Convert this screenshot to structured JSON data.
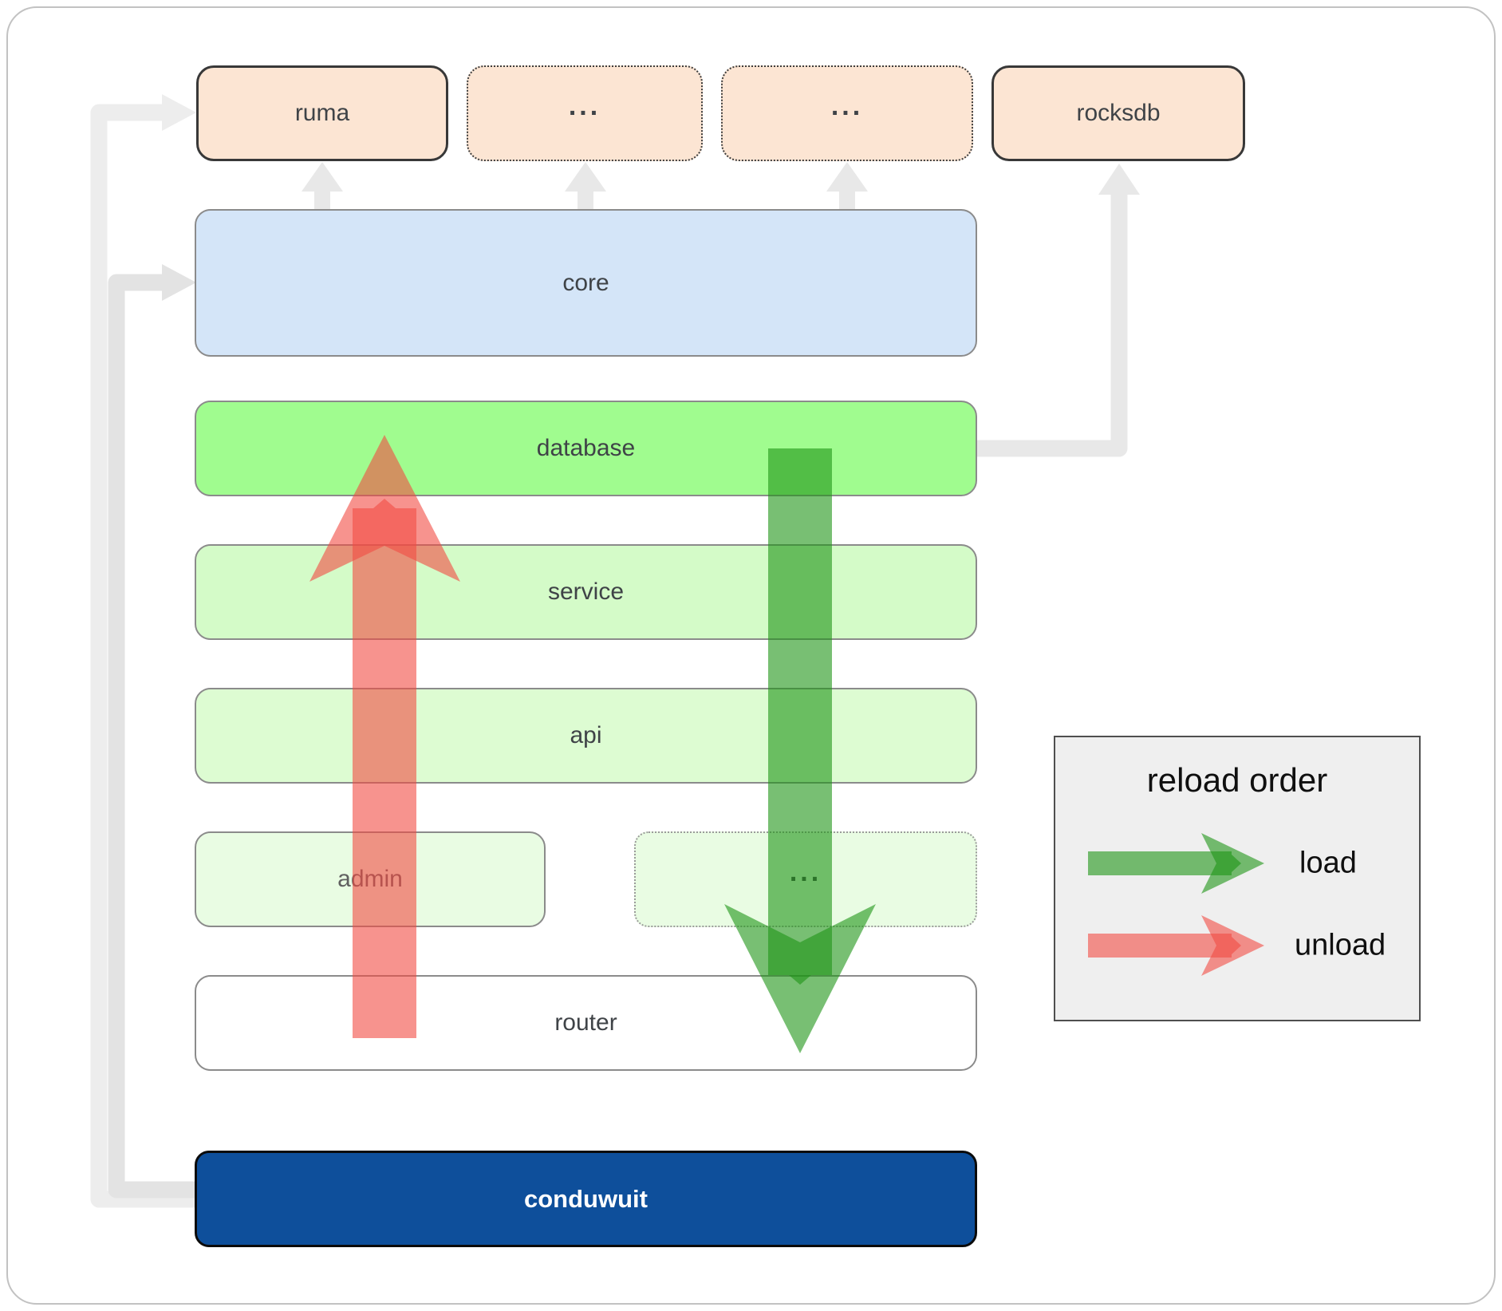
{
  "boxes": {
    "ruma": "ruma",
    "ellipsis_a": "...",
    "ellipsis_b": "...",
    "rocksdb": "rocksdb",
    "core": "core",
    "database": "database",
    "service": "service",
    "api": "api",
    "admin": "admin",
    "ellipsis_c": "...",
    "router": "router",
    "conduwuit": "conduwuit"
  },
  "legend": {
    "title": "reload order",
    "load_label": "load",
    "unload_label": "unload"
  },
  "colors": {
    "load_green": "#1e9416",
    "unload_red": "#f14b42",
    "connector_gray": "#e8e8e8",
    "connector_light": "#ededed",
    "connector_mid": "#e3e3e3",
    "peach_fill": "#fce5d3",
    "core_blue": "#d4e5f8",
    "database_green": "#a0fc8f",
    "service_green": "#d4fbc8",
    "api_green": "#ddfcd2",
    "admin_green": "#e9fce3",
    "router_white": "#ffffff",
    "conduwuit_blue": "#0e4f9b",
    "legend_bg": "#efefef"
  }
}
